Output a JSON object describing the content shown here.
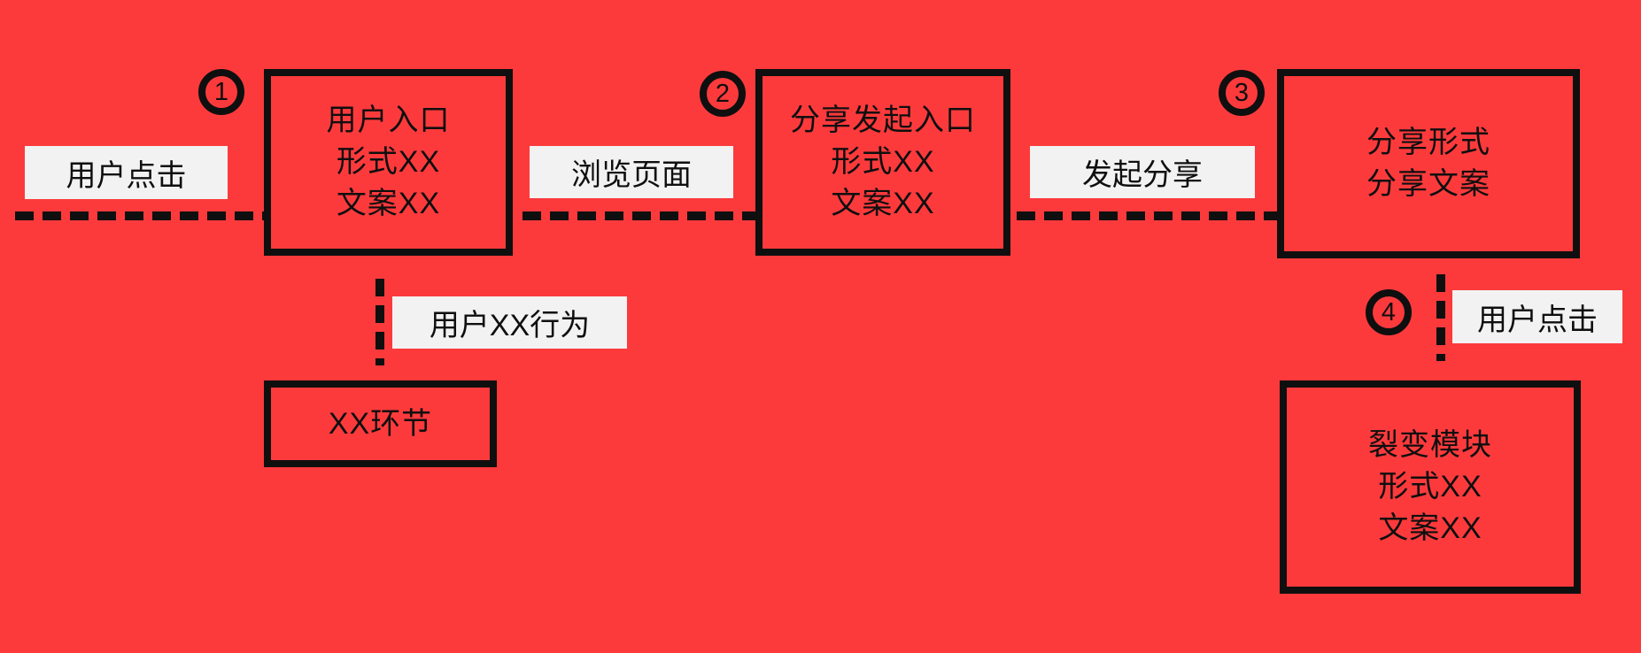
{
  "colors": {
    "background": "#fc3a3c",
    "ink": "#0f0f0f",
    "label_background": "#f2f2f2"
  },
  "nodes": {
    "user_entry": {
      "badge": "1",
      "lines": [
        "用户入口",
        "形式XX",
        "文案XX"
      ]
    },
    "share_start": {
      "badge": "2",
      "lines": [
        "分享发起入口",
        "形式XX",
        "文案XX"
      ]
    },
    "share_form": {
      "badge": "3",
      "lines": [
        "分享形式",
        "分享文案"
      ]
    },
    "xx_stage": {
      "lines": [
        "XX环节"
      ]
    },
    "fission": {
      "badge": "4",
      "lines": [
        "裂变模块",
        "形式XX",
        "文案XX"
      ]
    }
  },
  "edges": {
    "user_click_1": {
      "label": "用户点击"
    },
    "browse_page": {
      "label": "浏览页面"
    },
    "start_share": {
      "label": "发起分享"
    },
    "user_xx_behavior": {
      "label": "用户XX行为"
    },
    "user_click_2": {
      "label": "用户点击"
    }
  }
}
